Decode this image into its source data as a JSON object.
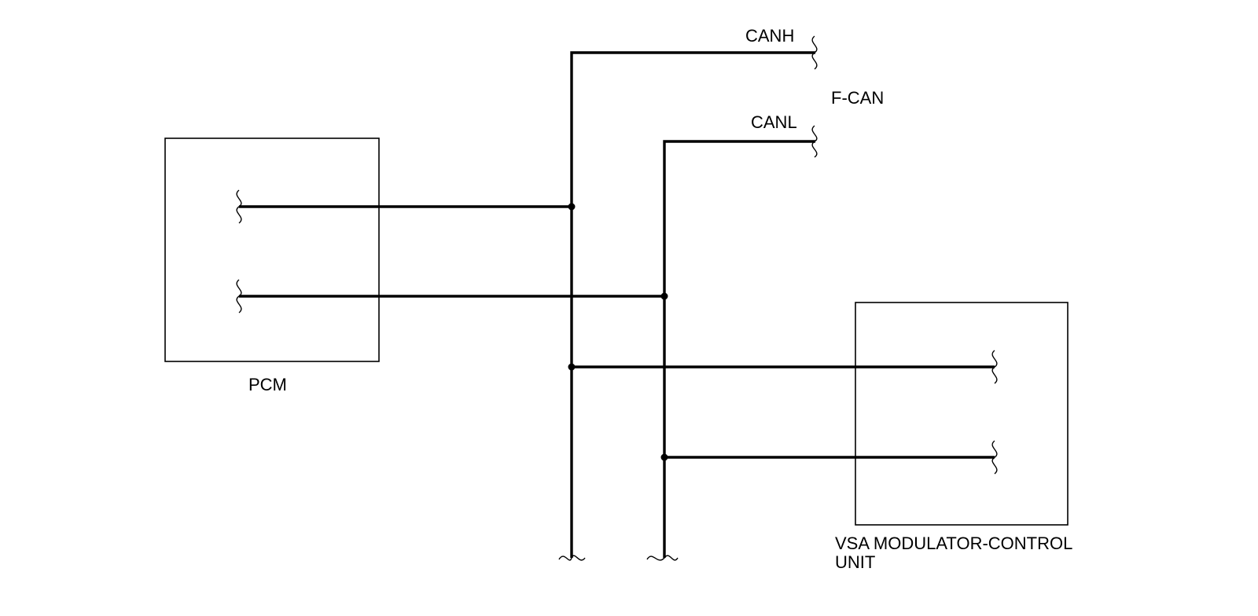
{
  "diagram": {
    "bus_name": "F-CAN",
    "wires": {
      "canh": "CANH",
      "canl": "CANL"
    },
    "modules": {
      "pcm": "PCM",
      "vsa_line1": "VSA MODULATOR-CONTROL",
      "vsa_line2": "UNIT"
    }
  }
}
